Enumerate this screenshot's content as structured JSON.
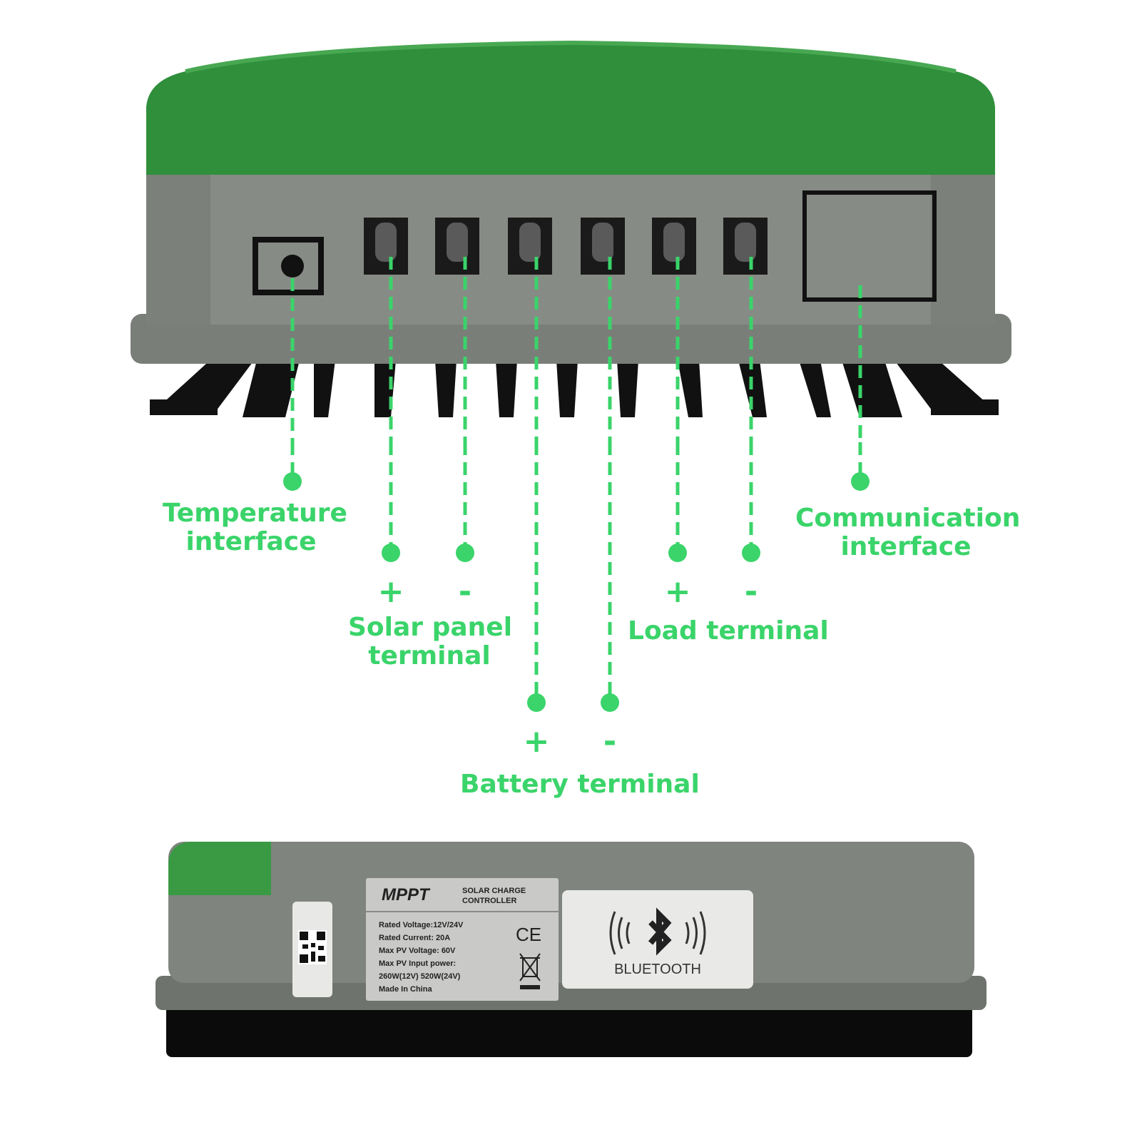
{
  "colors": {
    "accent": "#3ad46a",
    "lid_green": "#2e8e3a",
    "case_gray": "#7c807b",
    "heatsink": "#111111"
  },
  "callouts": {
    "temperature": [
      "Temperature",
      "interface"
    ],
    "communication": [
      "Communication",
      "interface"
    ],
    "solar": [
      "Solar panel",
      "terminal"
    ],
    "load": "Load terminal",
    "battery": "Battery terminal",
    "plus": "+",
    "minus": "-"
  },
  "rating_label": {
    "brand": "MPPT",
    "subtitle": [
      "SOLAR CHARGE",
      "CONTROLLER"
    ],
    "specs": [
      "Rated Voltage:12V/24V",
      "Rated Current: 20A",
      "Max PV Voltage: 60V",
      "Max PV Input power:",
      "260W(12V) 520W(24V)",
      "Made In China"
    ],
    "ce_mark": "CE"
  },
  "bluetooth_label": {
    "text": "BLUETOOTH",
    "icon": "bluetooth-icon"
  },
  "serial_sticker": {
    "code_icon": "qr-code-icon"
  }
}
